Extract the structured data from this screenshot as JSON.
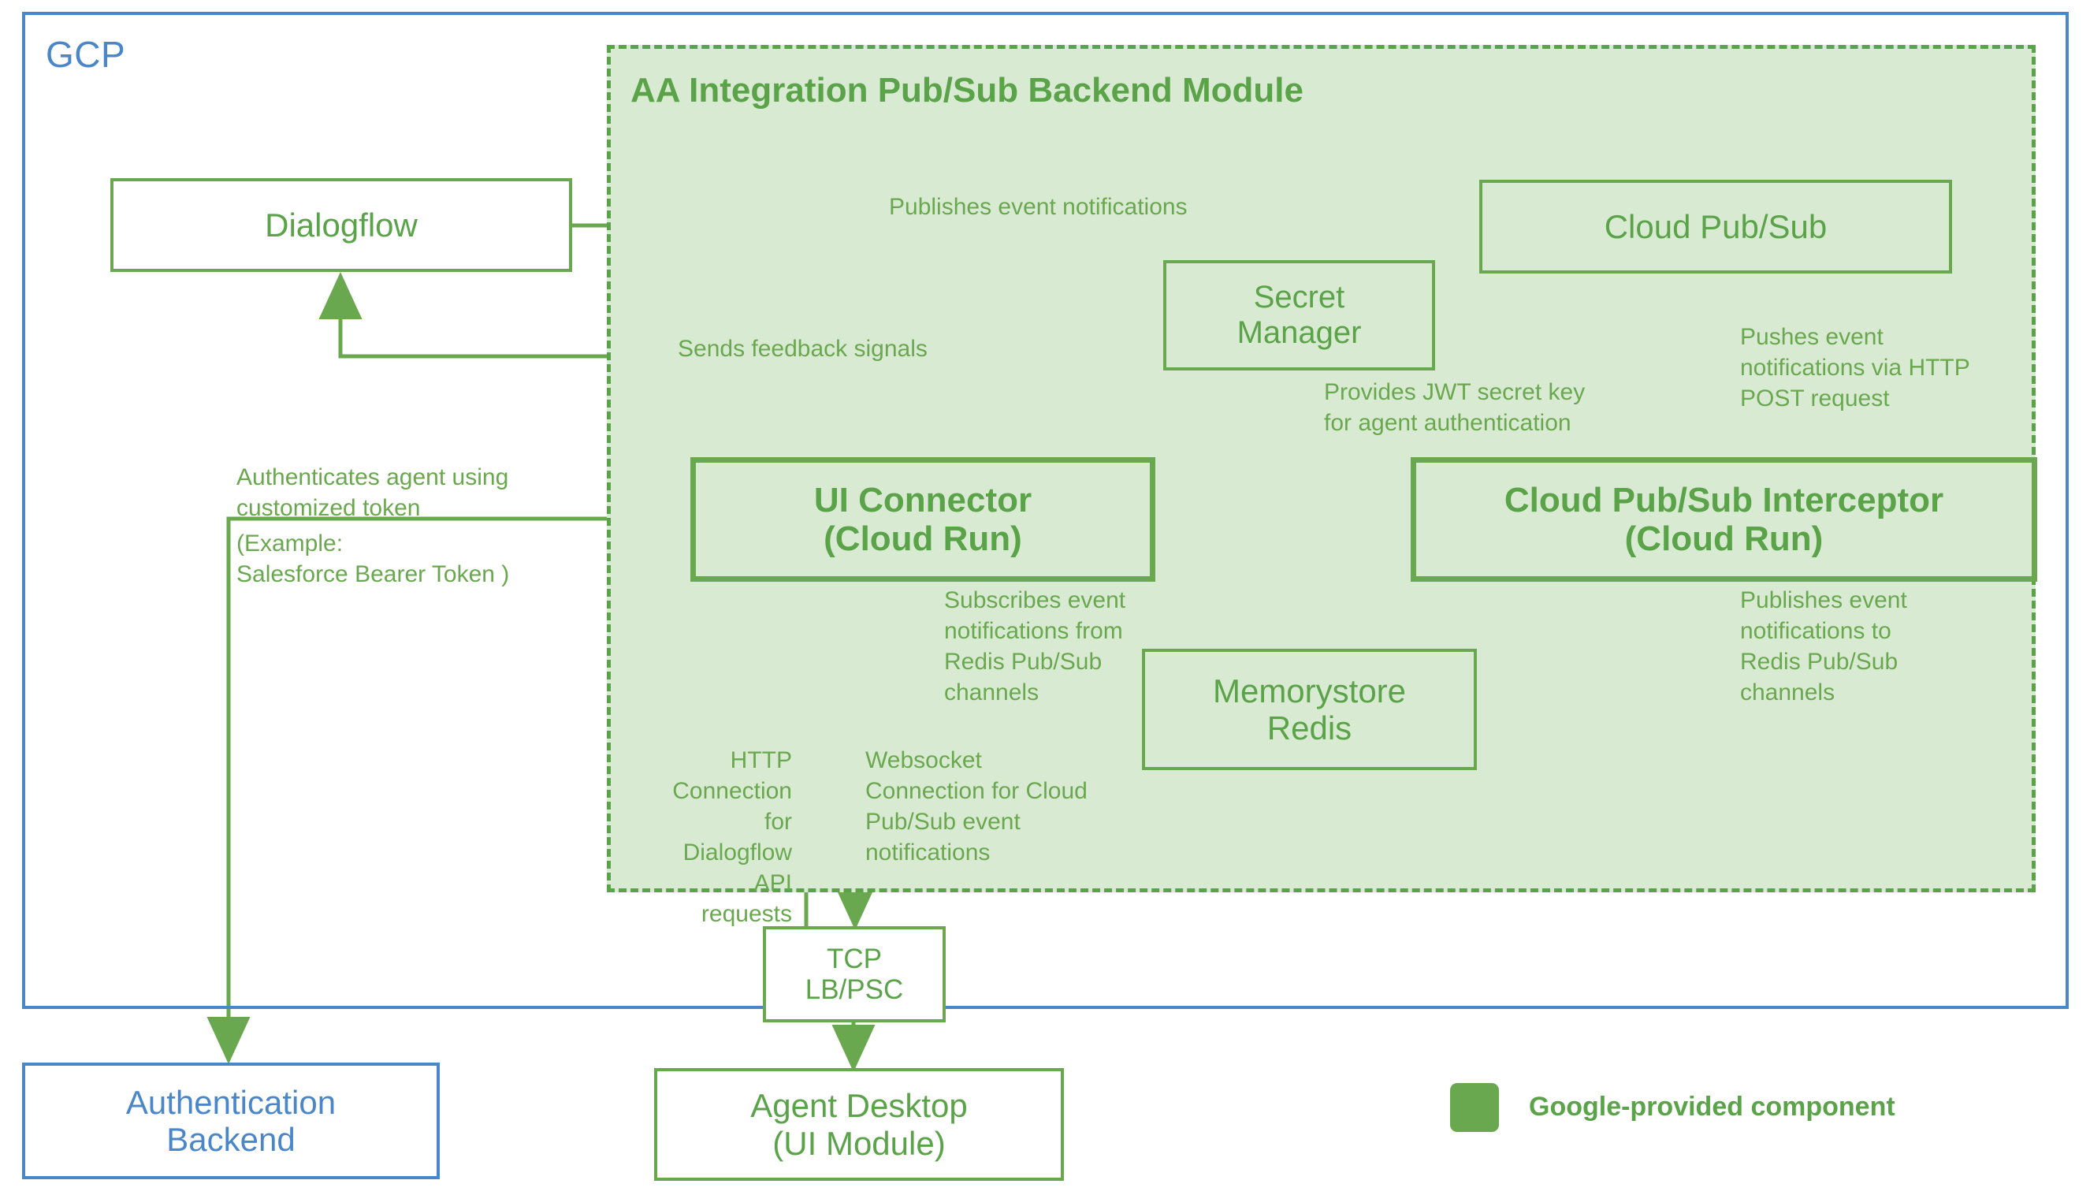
{
  "diagram": {
    "cloud_boundary_label": "GCP",
    "module_title": "AA Integration Pub/Sub Backend Module",
    "colors": {
      "gcp_blue": "#4a86c8",
      "component_green": "#6aa84f",
      "module_fill": "#d9ead3",
      "title_green": "#5aa348"
    },
    "nodes": {
      "dialogflow": "Dialogflow",
      "cloud_pubsub": "Cloud Pub/Sub",
      "secret_manager": "Secret\nManager",
      "ui_connector": "UI Connector\n(Cloud Run)",
      "pubsub_interceptor": "Cloud Pub/Sub Interceptor\n(Cloud Run)",
      "memorystore_redis": "Memorystore\nRedis",
      "tcp_lb_psc": "TCP\nLB/PSC",
      "agent_desktop": "Agent Desktop\n(UI Module)",
      "auth_backend": "Authentication\nBackend"
    },
    "edge_labels": {
      "publishes_event_notifications": "Publishes event notifications",
      "sends_feedback_signals": "Sends feedback signals",
      "provides_jwt": "Provides JWT secret key\nfor agent authentication",
      "pushes_event_http_post": "Pushes event\nnotifications via HTTP\nPOST request",
      "authenticates_agent": "Authenticates agent using\ncustomized token",
      "authenticates_agent_example": "(Example:\nSalesforce Bearer Token )",
      "subscribes_redis": "Subscribes event\nnotifications from\nRedis Pub/Sub\nchannels",
      "publishes_redis": "Publishes event\nnotifications to\nRedis Pub/Sub\nchannels",
      "http_dialogflow": "HTTP\nConnection for\nDialogflow API\nrequests",
      "websocket_pubsub": "Websocket\nConnection for Cloud\nPub/Sub event\nnotifications"
    },
    "legend": {
      "label": "Google-provided component"
    }
  }
}
